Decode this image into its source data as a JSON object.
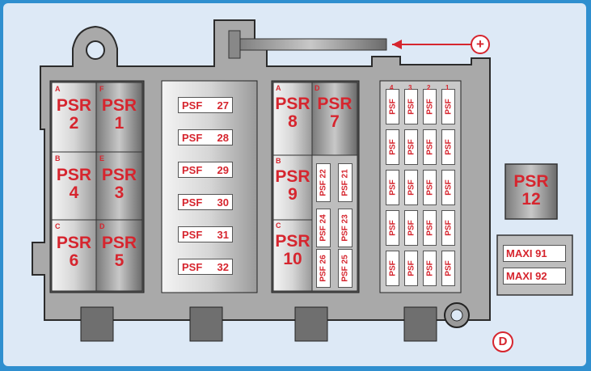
{
  "psr_left": [
    {
      "letter": "A",
      "line1": "PSR",
      "line2": "2"
    },
    {
      "letter": "F",
      "line1": "PSR",
      "line2": "1"
    },
    {
      "letter": "B",
      "line1": "PSR",
      "line2": "4"
    },
    {
      "letter": "E",
      "line1": "PSR",
      "line2": "3"
    },
    {
      "letter": "C",
      "line1": "PSR",
      "line2": "6"
    },
    {
      "letter": "D",
      "line1": "PSR",
      "line2": "5"
    }
  ],
  "psf_middle": [
    {
      "name": "PSF",
      "num": "27"
    },
    {
      "name": "PSF",
      "num": "28"
    },
    {
      "name": "PSF",
      "num": "29"
    },
    {
      "name": "PSF",
      "num": "30"
    },
    {
      "name": "PSF",
      "num": "31"
    },
    {
      "name": "PSF",
      "num": "32"
    }
  ],
  "psr_right": [
    {
      "letter": "A",
      "line1": "PSR",
      "line2": "8"
    },
    {
      "letter": "D",
      "line1": "PSR",
      "line2": "7"
    },
    {
      "letter": "B",
      "line1": "PSR",
      "line2": "9"
    },
    {
      "letter": "C",
      "line1": "PSR",
      "line2": "10"
    }
  ],
  "small_psf": [
    {
      "label": "PSF",
      "num": "22"
    },
    {
      "label": "PSF",
      "num": "21"
    },
    {
      "label": "PSF",
      "num": "24"
    },
    {
      "label": "PSF",
      "num": "23"
    },
    {
      "label": "PSF",
      "num": "26"
    },
    {
      "label": "PSF",
      "num": "25"
    }
  ],
  "fuse_grid": {
    "label": "PSF",
    "nums": [
      "4",
      "3",
      "2",
      "1"
    ]
  },
  "psr12": {
    "line1": "PSR",
    "line2": "12"
  },
  "maxi": [
    "MAXI 91",
    "MAXI 92"
  ],
  "plus_symbol": "+",
  "marker": "D",
  "colors": {
    "label": "#d6252e",
    "background": "#dde9f6",
    "frame": "#2f8fcf"
  }
}
